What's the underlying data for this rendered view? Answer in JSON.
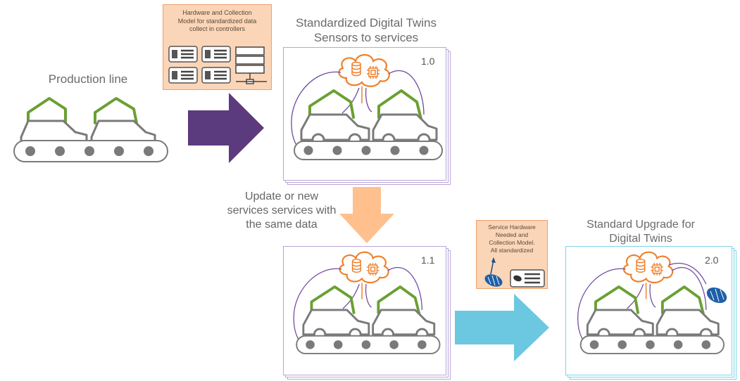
{
  "labels": {
    "production_line": "Production line",
    "std_twins_line1": "Standardized Digital Twins",
    "std_twins_line2": "Sensors to services",
    "update_line1": "Update or new",
    "update_line2": "services services with",
    "update_line3": "the same data",
    "upgrade_line1": "Standard Upgrade for",
    "upgrade_line2": "Digital Twins"
  },
  "notes": {
    "hardware_model": [
      "Hardware and Collection",
      "Model for standardized data",
      "collect in controllers"
    ],
    "service_hardware": [
      "Service Hardware",
      "Needed and",
      "Collection Model.",
      "All standardized"
    ]
  },
  "versions": {
    "v1_0": "1.0",
    "v1_1": "1.1",
    "v2_0": "2.0"
  },
  "colors": {
    "arrow_purple": "#5b3a7e",
    "arrow_orange": "#ffc08e",
    "arrow_cyan": "#6cc8e0",
    "frame_purple": "#b9a6d8",
    "frame_cyan": "#7fd3e6",
    "robot_green": "#6aa033",
    "cloud_orange": "#f07f28",
    "link_purple": "#6e4a9e",
    "sensor_blue": "#1f5fa8",
    "gray": "#7a7a7a"
  }
}
